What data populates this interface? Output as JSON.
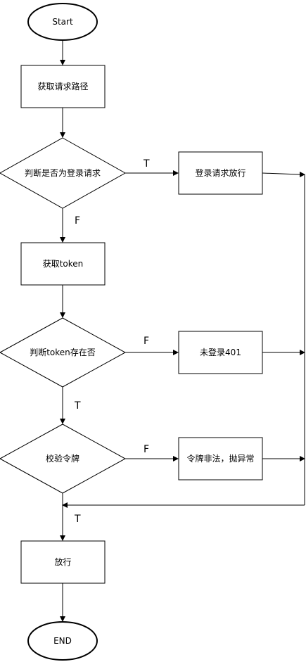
{
  "nodes": {
    "start": "Start",
    "get_path": "获取请求路径",
    "is_login": "判断是否为登录请求",
    "login_pass": "登录请求放行",
    "get_token": "获取token",
    "token_exists": "判断token存在否",
    "not_logged": "未登录401",
    "verify": "校验令牌",
    "invalid": "令牌非法，抛异常",
    "pass": "放行",
    "end": "END"
  },
  "edge_labels": {
    "login_true": "T",
    "login_false": "F",
    "token_false": "F",
    "token_true": "T",
    "verify_false": "F",
    "verify_true": "T"
  },
  "colors": {
    "stroke": "#000000",
    "fill": "#ffffff"
  }
}
